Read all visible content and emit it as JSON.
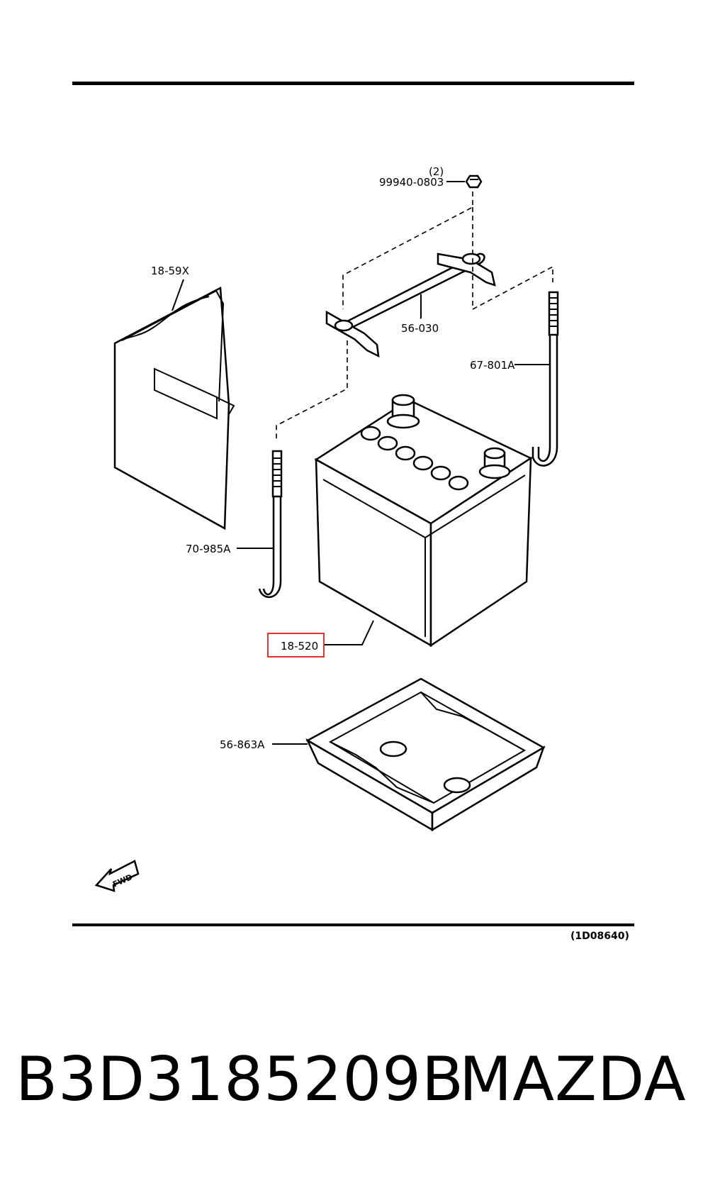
{
  "diagram": {
    "labels": {
      "nut_qty": "(2)",
      "nut": "99940-0803",
      "clamp": "56-030",
      "cover": "18-59X",
      "rod_right": "67-801A",
      "rod_left": "70-985A",
      "battery": "18-520",
      "tray": "56-863A"
    },
    "fwd_text": "FWD",
    "reference": "(1D08640)",
    "highlight_color": "#e0342c"
  },
  "caption": {
    "part_number": "B3D3185209B",
    "brand": "MAZDA"
  }
}
